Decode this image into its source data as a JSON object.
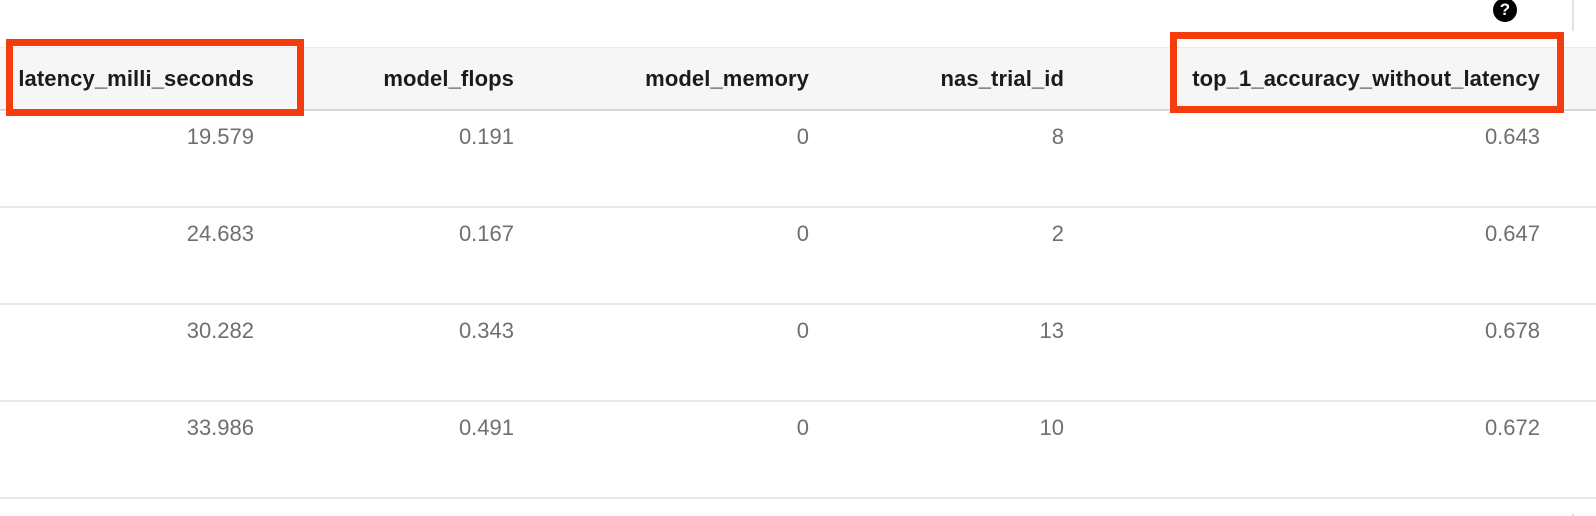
{
  "help": {
    "glyph": "?"
  },
  "table": {
    "headers": [
      {
        "label": "latency_milli_seconds",
        "highlighted": true
      },
      {
        "label": "model_flops",
        "highlighted": false
      },
      {
        "label": "model_memory",
        "highlighted": false
      },
      {
        "label": "nas_trial_id",
        "highlighted": false
      },
      {
        "label": "top_1_accuracy_without_latency",
        "highlighted": true
      }
    ],
    "rows": [
      [
        "19.579",
        "0.191",
        "0",
        "8",
        "0.643"
      ],
      [
        "24.683",
        "0.167",
        "0",
        "2",
        "0.647"
      ],
      [
        "30.282",
        "0.343",
        "0",
        "13",
        "0.678"
      ],
      [
        "33.986",
        "0.491",
        "0",
        "10",
        "0.672"
      ]
    ]
  },
  "colors": {
    "highlight": "#f43c0e",
    "header_bg": "#f6f6f6",
    "header_text": "#1b1b1b",
    "cell_text": "#6f6f6f",
    "row_border": "#e7e7e7",
    "divider": "#dedede",
    "help_bg": "#000000",
    "help_fg": "#ffffff"
  }
}
